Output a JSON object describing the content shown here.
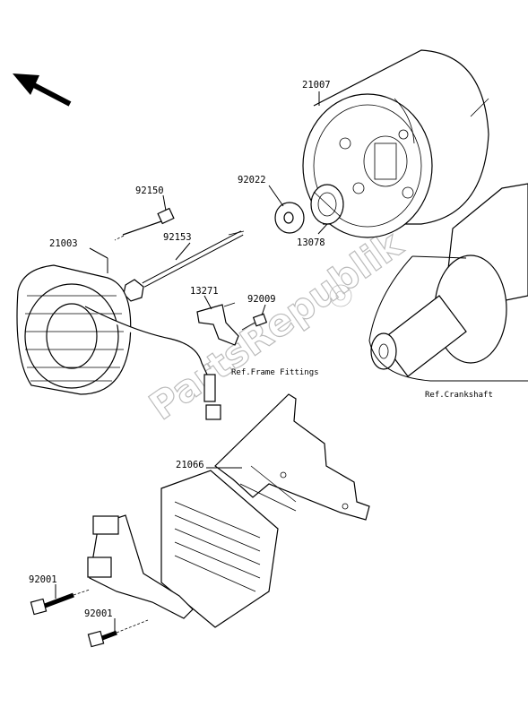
{
  "watermark": "PartsRepublik",
  "labels": {
    "p21007": "21007",
    "p92022": "92022",
    "p13078": "13078",
    "p92150": "92150",
    "p92153": "92153",
    "p21003": "21003",
    "p13271": "13271",
    "p92009": "92009",
    "p21066": "21066",
    "p92001a": "92001",
    "p92001b": "92001"
  },
  "refs": {
    "frame": "Ref.Frame Fittings",
    "crankshaft": "Ref.Crankshaft"
  },
  "icons": {
    "direction": "front-direction-arrow-icon",
    "watermark_gear": "gear-icon"
  }
}
